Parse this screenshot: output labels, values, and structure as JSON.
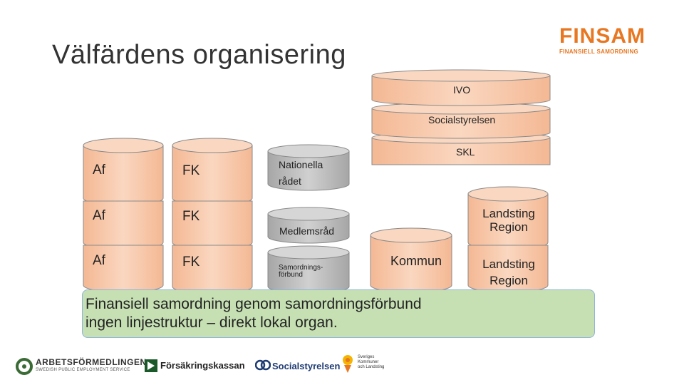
{
  "title": "Välfärdens organisering",
  "logo": {
    "name": "FINSAM",
    "tagline": "FINANSIELL SAMORDNING"
  },
  "top_layers": [
    "IVO",
    "Socialstyrelsen",
    "SKL"
  ],
  "af_label": "Af",
  "fk_label": "FK",
  "nationella_radet": "Nationella rådet",
  "medlemsrad": "Medlemsråd",
  "samordningsforbund": "Samordnings-förbund",
  "kommun": "Kommun",
  "landsting_1": "Landsting Region",
  "landsting_2": "Landsting Region",
  "green_text_line1": "Finansiell samordning genom samordningsförbund",
  "green_text_line2": "ingen linjestruktur – direkt lokal organ.",
  "footer": {
    "arbetsformedlingen": "ARBETSFÖRMEDLINGEN",
    "arbetsformedlingen_sub": "SWEDISH PUBLIC EMPLOYMENT SERVICE",
    "forsakringskassan": "Försäkringskassan",
    "socialstyrelsen": "Socialstyrelsen",
    "skl_line1": "Sveriges",
    "skl_line2": "Kommuner",
    "skl_line3": "och Landsting"
  },
  "colors": {
    "salmon": "#f8cbad",
    "grey": "#bfbfbf",
    "green": "#c6e0b4",
    "orange": "#e87722",
    "border": "#7f7f7f"
  }
}
